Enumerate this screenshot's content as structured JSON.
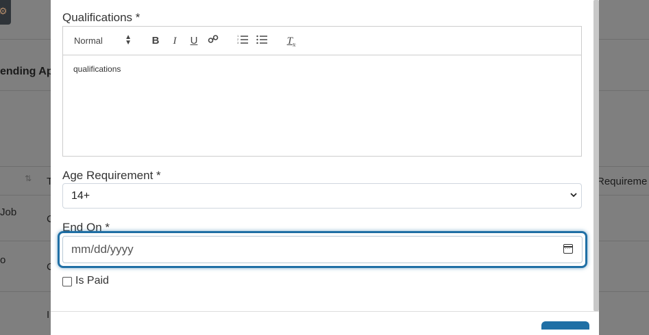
{
  "background": {
    "heading": "ending Ap",
    "col_right": "Requireme",
    "col_t": "T",
    "row1_left": "Job",
    "row1_c": "C",
    "row2_left": "o",
    "row2_c": "C",
    "row3_c": "I"
  },
  "form": {
    "qualifications_label": "Qualifications *",
    "editor": {
      "format_select": "Normal",
      "content": "qualifications"
    },
    "age_label": "Age Requirement *",
    "age_value": "14+",
    "end_on_label": "End On *",
    "end_on_placeholder": "mm/dd/yyyy",
    "is_paid_label": "Is Paid"
  }
}
